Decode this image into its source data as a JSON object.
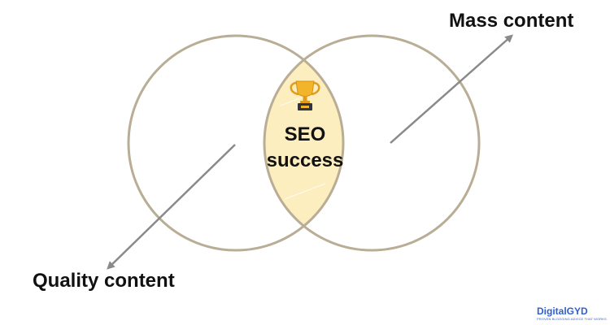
{
  "diagram": {
    "type": "venn",
    "circles": [
      {
        "name": "Quality content"
      },
      {
        "name": "Mass content"
      }
    ],
    "intersection": {
      "line1": "SEO",
      "line2": "success",
      "icon": "trophy-icon"
    },
    "labels": {
      "mass": "Mass content",
      "quality": "Quality content"
    },
    "colors": {
      "circle_stroke": "#b9ad95",
      "intersection_fill": "#fdeebf",
      "arrow": "#8a8a8a",
      "trophy_gold": "#f2b52a",
      "trophy_base": "#2f3440"
    }
  },
  "logo": {
    "main": "DigitalGYD",
    "tagline": "PROVEN BLOGGING ADVICE THAT WORKS",
    "color": "#2f5fd0"
  }
}
